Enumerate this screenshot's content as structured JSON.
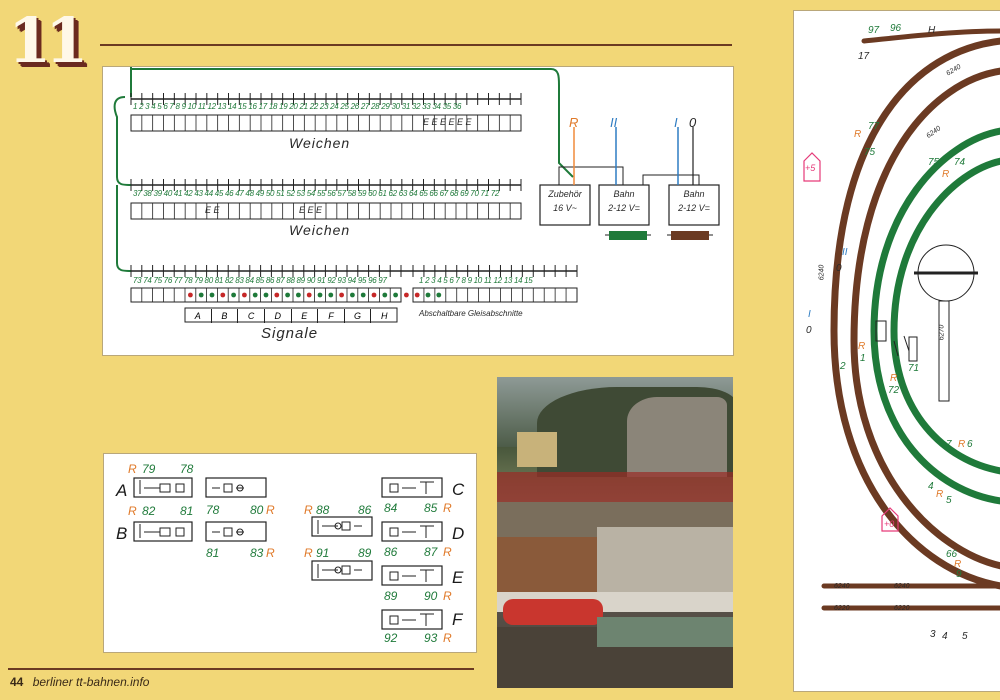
{
  "chapter_number": "11",
  "footer": {
    "page_number": "44",
    "site": "berliner tt-bahnen.info"
  },
  "wiring_diagram": {
    "group1": {
      "numbers": "1 2 3 4 5 6 7 8 9 10 11 12 13 14 15 16 17 18 19 20 21 22 23 24 25 26 27 28 29 30 31 32 33 34 35 36",
      "marks": "E E E E E E",
      "label": "Weichen"
    },
    "group2": {
      "numbers": "37 38 39 40 41 42 43 44 45 46 47 48 49 50 51 52 53 54 55 56 57 58 59 60 61 62 63 64 65 66 67 68 69 70 71 72",
      "marks_left": "E E",
      "marks_mid": "E E E",
      "label": "Weichen"
    },
    "group3": {
      "numbers": "73 74 75 76 77 78 79 80 81 82 83 84 85 86 87 88 89 90 91 92 93 94 95 96 97",
      "label": "Signale"
    },
    "sections_numbers": "1 2 3 4 5 6 7 8 9 10 11 12 13 14 15",
    "sections_label": "Abschaltbare Gleisabschnitte",
    "signal_letters": [
      "A",
      "B",
      "C",
      "D",
      "E",
      "F",
      "G",
      "H"
    ],
    "wire_labels": {
      "r": "R",
      "two": "II",
      "one": "I",
      "zero": "0"
    },
    "transformers": [
      {
        "line1": "Zubehör",
        "line2": "16 V~"
      },
      {
        "line1": "Bahn",
        "line2": "2-12 V="
      },
      {
        "line1": "Bahn",
        "line2": "2-12 V="
      }
    ],
    "colors": {
      "green_track": "#1f7a3a",
      "brown_track": "#6b3a22",
      "r_wire": "#f08a3a",
      "blue_wire": "#2e7cc2"
    }
  },
  "signal_diagram": {
    "rows": [
      {
        "letter": "A",
        "r": "R",
        "left": "79",
        "right": "78"
      },
      {
        "letter": "B",
        "r": "R",
        "left": "82",
        "right": "81",
        "mid_left": "78",
        "mid_right": "80",
        "mid_r": "R"
      },
      {
        "mid_left": "81",
        "mid_right": "83",
        "mid_r": "R"
      }
    ],
    "center": [
      {
        "r": "R",
        "left": "88",
        "right": "86"
      },
      {
        "r": "R",
        "left": "91",
        "right": "89"
      }
    ],
    "right": [
      {
        "letter": "C",
        "left": "84",
        "right": "85",
        "r": "R"
      },
      {
        "letter": "D",
        "left": "86",
        "right": "87",
        "r": "R"
      },
      {
        "letter": "E",
        "left": "89",
        "right": "90",
        "r": "R"
      },
      {
        "letter": "F",
        "left": "92",
        "right": "93",
        "r": "R"
      }
    ]
  },
  "track_plan": {
    "labels": [
      "97",
      "96",
      "H",
      "17",
      "R",
      "77",
      "75",
      "75",
      "74",
      "R",
      "+5",
      "II",
      "0",
      "I",
      "0",
      "R",
      "1",
      "2",
      "R",
      "72",
      "71",
      "7",
      "R",
      "6",
      "4",
      "R",
      "5",
      "+0",
      "66",
      "R",
      "9",
      "3",
      "4",
      "5",
      "6240",
      "6240",
      "6270",
      "6240",
      "6240",
      "6240",
      "6220",
      "6220"
    ]
  }
}
